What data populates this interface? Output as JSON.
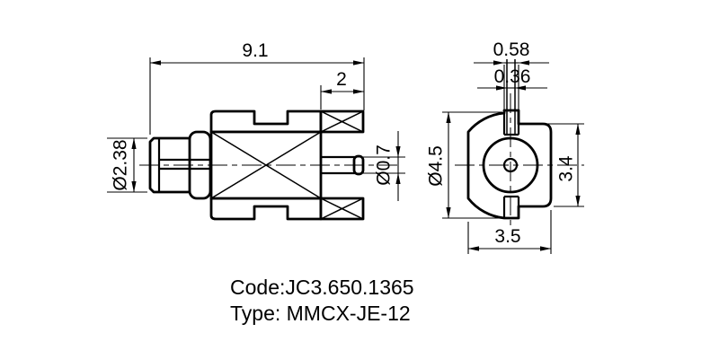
{
  "colors": {
    "line": "#000000",
    "background": "#ffffff"
  },
  "side_view": {
    "dim_overall_length": "9.1",
    "dim_leg_length": "2",
    "dim_barrel_diameter": "Ø2.38",
    "dim_pin_diameter": "Ø0.7"
  },
  "end_view": {
    "dim_tab_width": "0.58",
    "dim_slot_width": "0.36",
    "dim_flange_diameter": "Ø4.5",
    "dim_side_height": "3.4",
    "dim_body_width": "3.5"
  },
  "footer": {
    "code": "Code:JC3.650.1365",
    "type": "Type: MMCX-JE-12"
  }
}
